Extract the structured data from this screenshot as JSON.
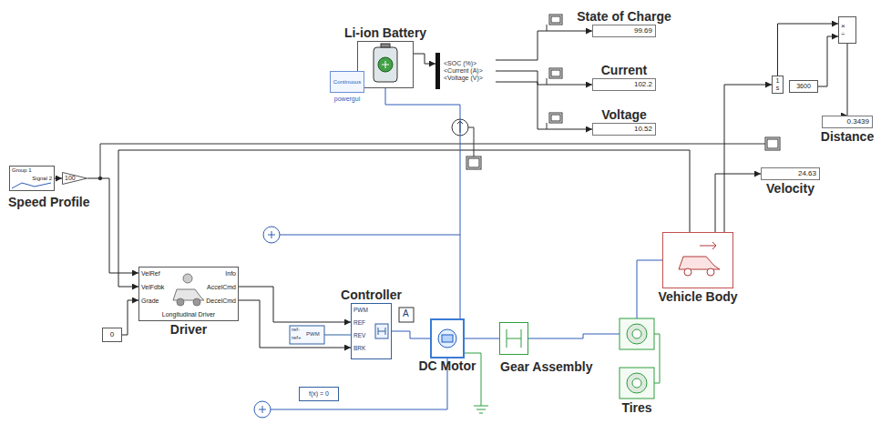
{
  "diagram": {
    "nodes": [
      {
        "text": [
          "Li-ion Battery"
        ]
      },
      {
        "text": [
          "<SOC (%)>",
          "<Current (A)>",
          "<Voltage (V)>"
        ]
      },
      {
        "text": [
          "State of Charge",
          "99.69"
        ]
      },
      {
        "text": [
          "Current",
          "102.2"
        ]
      },
      {
        "text": [
          "Voltage",
          "10.52"
        ]
      },
      {
        "text": [
          "Continuous",
          "powergui"
        ]
      },
      {
        "text": [
          "Group 1",
          "Signal 2",
          "Speed Profile"
        ]
      },
      {
        "text": [
          "100"
        ]
      },
      {
        "text": [
          "VelRef",
          "VelFdbk",
          "Grade",
          "Info",
          "AccelCmd",
          "DecelCmd",
          "Longitudinal Driver",
          "Driver"
        ]
      },
      {
        "text": [
          "0"
        ]
      },
      {
        "text": [
          "Controller",
          "PWM",
          "REF",
          "REV",
          "BRK"
        ]
      },
      {
        "text": [
          "DC Motor"
        ]
      },
      {
        "text": [
          "Gear Assembly"
        ]
      },
      {
        "text": [
          "Tires"
        ]
      },
      {
        "text": [
          "Vehicle Body"
        ]
      },
      {
        "text": [
          "24.63",
          "Velocity"
        ]
      },
      {
        "text": [
          "1",
          "s"
        ]
      },
      {
        "text": [
          "3600"
        ]
      },
      {
        "text": [
          "×",
          "÷"
        ]
      },
      {
        "text": [
          "0.3439",
          "Distance"
        ]
      },
      {
        "text": [
          "f(x) = 0"
        ]
      }
    ],
    "edges": [
      {
        "from": 0,
        "to": 1,
        "arrow": "to"
      },
      {
        "from": 1,
        "to": 2,
        "arrow": "to"
      },
      {
        "from": 1,
        "to": 3,
        "arrow": "to"
      },
      {
        "from": 1,
        "to": 4,
        "arrow": "to"
      },
      {
        "from": 6,
        "to": 7,
        "arrow": "to"
      },
      {
        "from": 7,
        "to": 8,
        "arrow": "to"
      },
      {
        "from": 9,
        "to": 8,
        "arrow": "to"
      },
      {
        "from": 14,
        "to": 8,
        "arrow": "to"
      },
      {
        "from": 8,
        "to": 10,
        "arrow": "to"
      },
      {
        "from": 8,
        "to": 10,
        "arrow": "to"
      },
      {
        "from": 10,
        "to": 11,
        "arrow": "none"
      },
      {
        "from": 11,
        "to": 12,
        "arrow": "none"
      },
      {
        "from": 12,
        "to": 13,
        "arrow": "none"
      },
      {
        "from": 13,
        "to": 14,
        "arrow": "none"
      },
      {
        "from": 14,
        "to": 15,
        "arrow": "to"
      },
      {
        "from": 14,
        "to": 16,
        "arrow": "to"
      },
      {
        "from": 16,
        "to": 18,
        "arrow": "to"
      },
      {
        "from": 17,
        "to": 18,
        "arrow": "to"
      },
      {
        "from": 18,
        "to": 19,
        "arrow": "to"
      },
      {
        "from": 0,
        "to": 11,
        "arrow": "none"
      }
    ],
    "labels": [
      "ref-",
      "PWM",
      "ref+",
      "A"
    ]
  }
}
